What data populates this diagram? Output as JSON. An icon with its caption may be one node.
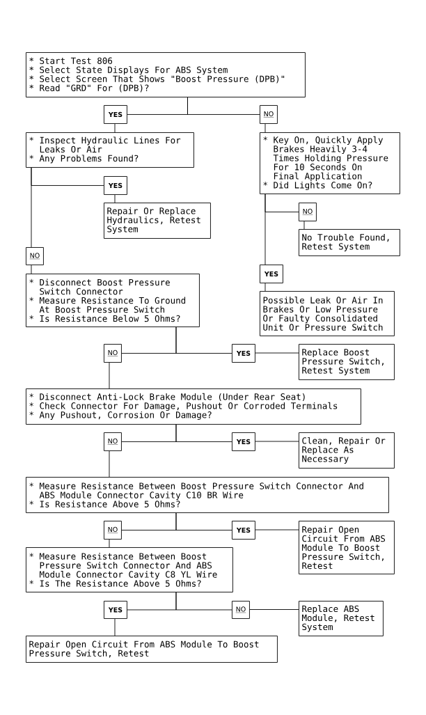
{
  "diagram": {
    "nodes": [
      {
        "text": [
          "* Start Test 806",
          "* Select State Displays For ABS System",
          "* Select Screen That Shows \"Boost Pressure (DPB)\"",
          "* Read \"GRD\" For (DPB)?"
        ]
      },
      {
        "text": [
          "YES"
        ]
      },
      {
        "text": [
          "NO"
        ]
      },
      {
        "text": [
          "* Inspect Hydraulic Lines For Leaks Or Air",
          "* Any Problems Found?"
        ]
      },
      {
        "text": [
          "* Key On, Quickly Apply Brakes Heavily 3-4 Times Holding Pressure For 10 Seconds On Final Application",
          "* Did Lights Come On?"
        ]
      },
      {
        "text": [
          "YES"
        ]
      },
      {
        "text": [
          "Repair Or Replace Hydraulics, Retest System"
        ]
      },
      {
        "text": [
          "NO"
        ]
      },
      {
        "text": [
          "No Trouble Found, Retest System"
        ]
      },
      {
        "text": [
          "NO"
        ]
      },
      {
        "text": [
          "YES"
        ]
      },
      {
        "text": [
          "* Disconnect Boost Pressure Switch Connector",
          "* Measure Resistance To Ground At Boost Pressure Switch",
          "* Is Resistance Below 5 Ohms?"
        ]
      },
      {
        "text": [
          "Possible Leak Or Air In Brakes Or Low Pressure Or Faulty Consolidated Unit Or Pressure Switch"
        ]
      },
      {
        "text": [
          "NO"
        ]
      },
      {
        "text": [
          "YES"
        ]
      },
      {
        "text": [
          "Replace Boost Pressure Switch, Retest System"
        ]
      },
      {
        "text": [
          "* Disconnect Anti-Lock Brake Module (Under Rear Seat)",
          "* Check Connector For Damage, Pushout Or Corroded Terminals",
          "* Any Pushout, Corrosion Or Damage?"
        ]
      },
      {
        "text": [
          "NO"
        ]
      },
      {
        "text": [
          "YES"
        ]
      },
      {
        "text": [
          "Clean, Repair Or Replace As Necessary"
        ]
      },
      {
        "text": [
          "* Measure Resistance Between Boost Pressure Switch Connector And ABS Module Connector Cavity C10 BR Wire",
          "* Is Resistance Above 5 Ohms?"
        ]
      },
      {
        "text": [
          "NO"
        ]
      },
      {
        "text": [
          "YES"
        ]
      },
      {
        "text": [
          "Repair Open Circuit From ABS Module To Boost Pressure Switch, Retest"
        ]
      },
      {
        "text": [
          "* Measure Resistance Between Boost Pressure Switch Connector And ABS Module Connector Cavity C8 YL Wire",
          "* Is The Resistance Above 5 Ohms?"
        ]
      },
      {
        "text": [
          "YES"
        ]
      },
      {
        "text": [
          "NO"
        ]
      },
      {
        "text": [
          "Replace ABS Module, Retest System"
        ]
      },
      {
        "text": [
          "Repair Open Circuit From ABS Module To Boost Pressure Switch, Retest"
        ]
      }
    ],
    "edges": [
      {
        "from": 0,
        "to": 1,
        "arrow": "none"
      },
      {
        "from": 0,
        "to": 2,
        "arrow": "none"
      },
      {
        "from": 1,
        "to": 3,
        "arrow": "none"
      },
      {
        "from": 2,
        "to": 4,
        "arrow": "none"
      },
      {
        "from": 3,
        "to": 5,
        "arrow": "none"
      },
      {
        "from": 3,
        "to": 9,
        "arrow": "none"
      },
      {
        "from": 5,
        "to": 6,
        "arrow": "none"
      },
      {
        "from": 4,
        "to": 7,
        "arrow": "none"
      },
      {
        "from": 4,
        "to": 10,
        "arrow": "none"
      },
      {
        "from": 7,
        "to": 8,
        "arrow": "none"
      },
      {
        "from": 9,
        "to": 11,
        "arrow": "none"
      },
      {
        "from": 10,
        "to": 12,
        "arrow": "none"
      },
      {
        "from": 11,
        "to": 13,
        "arrow": "none"
      },
      {
        "from": 11,
        "to": 14,
        "arrow": "none"
      },
      {
        "from": 14,
        "to": 15,
        "arrow": "none"
      },
      {
        "from": 13,
        "to": 16,
        "arrow": "none"
      },
      {
        "from": 16,
        "to": 17,
        "arrow": "none"
      },
      {
        "from": 16,
        "to": 18,
        "arrow": "none"
      },
      {
        "from": 18,
        "to": 19,
        "arrow": "none"
      },
      {
        "from": 17,
        "to": 20,
        "arrow": "none"
      },
      {
        "from": 20,
        "to": 21,
        "arrow": "none"
      },
      {
        "from": 20,
        "to": 22,
        "arrow": "none"
      },
      {
        "from": 22,
        "to": 23,
        "arrow": "none"
      },
      {
        "from": 21,
        "to": 24,
        "arrow": "none"
      },
      {
        "from": 24,
        "to": 25,
        "arrow": "none"
      },
      {
        "from": 24,
        "to": 26,
        "arrow": "none"
      },
      {
        "from": 26,
        "to": 27,
        "arrow": "none"
      },
      {
        "from": 25,
        "to": 28,
        "arrow": "none"
      }
    ]
  }
}
